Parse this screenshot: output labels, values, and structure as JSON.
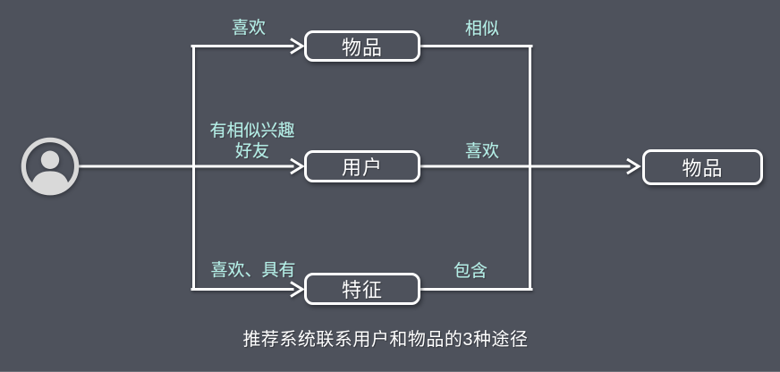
{
  "colors": {
    "background": "#4e525c",
    "line": "#ffffff",
    "node_border": "#ffffff",
    "node_text": "#ffffff",
    "edge_label_text": "#b2f0e8",
    "avatar_gray": "#d9d9d9",
    "caption_text": "#ffffff"
  },
  "icons": {
    "user_avatar": "user-avatar-icon"
  },
  "nodes": {
    "item_top": {
      "label": "物品"
    },
    "user": {
      "label": "用户"
    },
    "feature": {
      "label": "特征"
    },
    "item_right": {
      "label": "物品"
    }
  },
  "edge_labels": {
    "like_top": "喜欢",
    "similar": "相似",
    "similar_interest_line1": "有相似兴趣",
    "similar_interest_line2": "好友",
    "like_mid": "喜欢",
    "like_have": "喜欢、具有",
    "contain": "包含"
  },
  "caption": "推荐系统联系用户和物品的3种途径"
}
